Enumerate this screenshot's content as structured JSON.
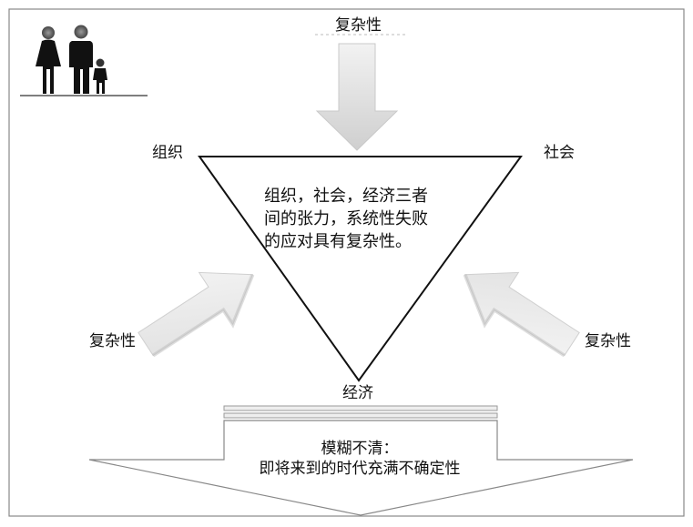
{
  "labels": {
    "top": "复杂性",
    "left_node": "组织",
    "right_node": "社会",
    "bottom_node": "经济",
    "left_arrow": "复杂性",
    "right_arrow": "复杂性"
  },
  "center_text": {
    "line1": "组织，社会，经济三者",
    "line2": "间的张力，系统性失败",
    "line3": "的应对具有复杂性。"
  },
  "bottom_arrow": {
    "line1": "模糊不清：",
    "line2": "即将来到的时代充满不确定性"
  },
  "colors": {
    "arrow_fill": "#d9d9d9",
    "frame": "#888888",
    "icon": "#111111"
  }
}
